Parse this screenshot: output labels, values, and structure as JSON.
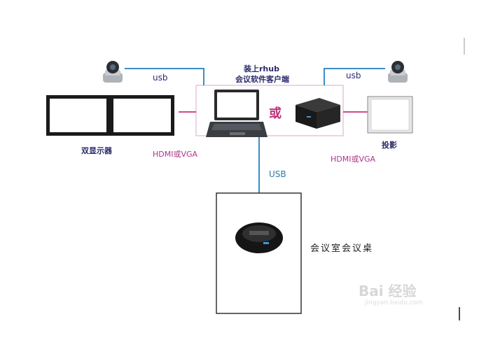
{
  "labels": {
    "client_line1": "装上rhub",
    "client_line2": "会议软件客户端",
    "usb_left": "usb",
    "usb_right": "usb",
    "or": "或",
    "dual_display": "双显示器",
    "hdmi_left": "HDMI或VGA",
    "hdmi_right": "HDMI或VGA",
    "projector": "投影",
    "usb_bottom": "USB",
    "conference_table": "会议室会议桌"
  },
  "watermark": {
    "brand": "Bai 经验",
    "url": "jingyan.baidu.com"
  },
  "colors": {
    "usb_line": "#3a8fc8",
    "hdmi_line": "#d04a90",
    "client_box": "#d9a9c8",
    "label_text": "#2a2a6a",
    "pink_text": "#b0348a"
  }
}
